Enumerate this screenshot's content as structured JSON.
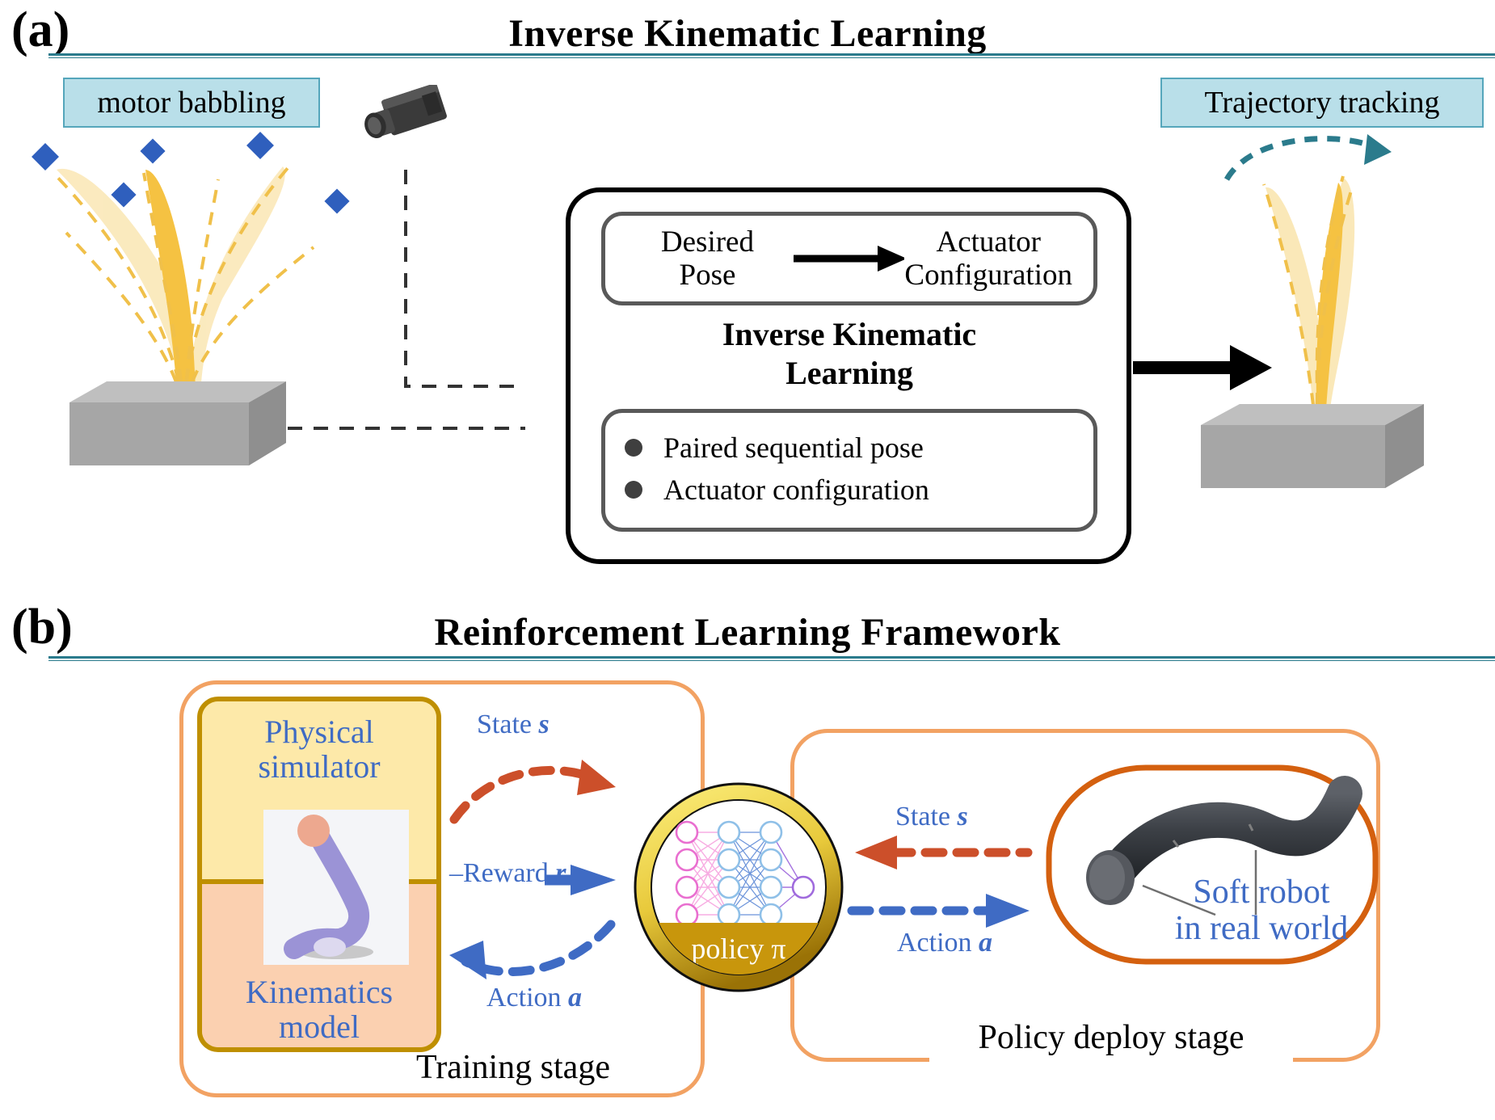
{
  "figure": {
    "panels": [
      {
        "letter": "(a)",
        "title": "Inverse Kinematic Learning",
        "chips": [
          {
            "id": "motor-babbling",
            "label": "motor babbling"
          },
          {
            "id": "trajectory-tracking",
            "label": "Trajectory tracking"
          }
        ],
        "center_box": {
          "mapping": {
            "from": "Desired\nPose",
            "from_line1": "Desired",
            "from_line2": "Pose",
            "to_line1": "Actuator",
            "to_line2": "Configuration",
            "arrow": "right-arrow-icon"
          },
          "heading_line1": "Inverse Kinematic",
          "heading_line2": "Learning",
          "bullets": [
            "Paired sequential pose",
            "Actuator configuration"
          ]
        },
        "icons": {
          "camera": "camera-icon"
        }
      },
      {
        "letter": "(b)",
        "title": "Reinforcement Learning Framework",
        "simulator": {
          "top_label_line1": "Physical",
          "top_label_line2": "simulator",
          "bottom_label_line1": "Kinematics",
          "bottom_label_line2": "model"
        },
        "policy": {
          "label": "policy π",
          "network": "neural-network-icon"
        },
        "left_arrows": [
          {
            "id": "state-left",
            "text": "State",
            "symbol": "s",
            "style": "dashed",
            "color": "#cc4f2a"
          },
          {
            "id": "reward-left",
            "text": "Reward",
            "symbol": "r",
            "style": "solid",
            "color": "#3f6bc4"
          },
          {
            "id": "action-left",
            "text": "Action",
            "symbol": "a",
            "style": "dashed",
            "color": "#3f6bc4"
          }
        ],
        "right_arrows": [
          {
            "id": "state-right",
            "text": "State",
            "symbol": "s",
            "style": "dashed",
            "color": "#cc4f2a"
          },
          {
            "id": "action-right",
            "text": "Action",
            "symbol": "a",
            "style": "dashed",
            "color": "#3f6bc4"
          }
        ],
        "robot_label_line1": "Soft robot",
        "robot_label_line2": "in real world",
        "stage_labels": {
          "training": "Training stage",
          "deploy": "Policy deploy stage"
        }
      }
    ],
    "colors": {
      "rule": "#2b7b8c",
      "chip_fill": "#b9dfe9",
      "chip_border": "#55a6bb",
      "sim_yellow": "#fde9a9",
      "sim_peach": "#fbd0b0",
      "sim_border": "#bf8f00",
      "stage_border": "#f2a263",
      "deploy_border": "#d4600f",
      "blue_text": "#3f6bc4",
      "red_arrow": "#cc4f2a",
      "blue_arrow": "#3f6bc4",
      "policy_band": "#c8960c",
      "tentacle": "#f5c242",
      "marker_blue": "#2f5fbd",
      "pedestal": "#a6a6a6"
    }
  }
}
